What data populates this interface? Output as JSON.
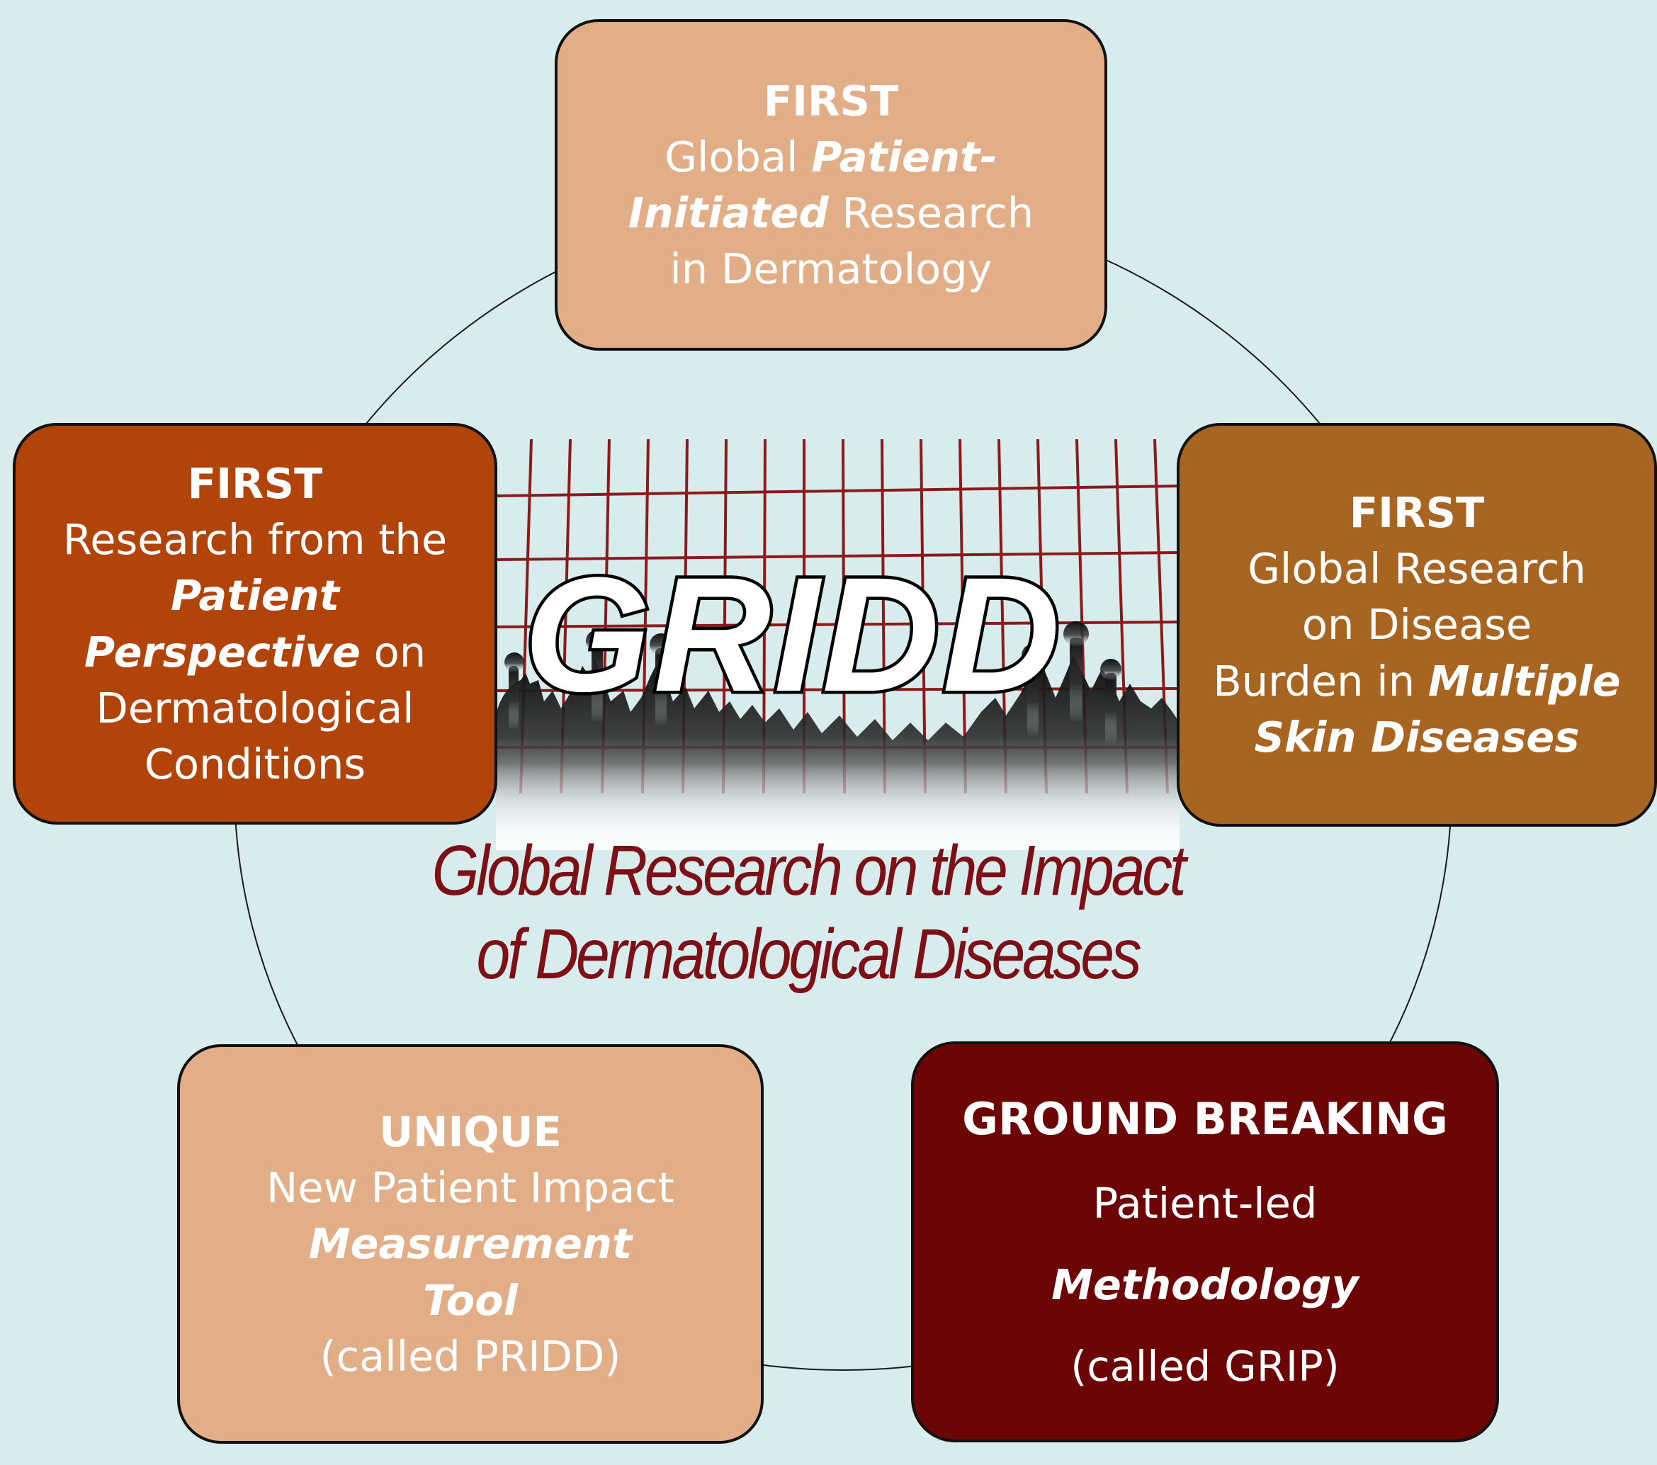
{
  "logo": {
    "wordmark": "GRIDD",
    "tagline_line1": "Global Research on the Impact",
    "tagline_line2": "of Dermatological Diseases"
  },
  "boxes": {
    "top": {
      "heading": "FIRST",
      "line1_plain": "Global ",
      "line1_emph": "Patient-",
      "line2_emph": "Initiated",
      "line2_plain": " Research",
      "line3": "in Dermatology",
      "color": "#e1ae88"
    },
    "left": {
      "heading": "FIRST",
      "line1": "Research from the",
      "line2_emph": "Patient",
      "line3_emph": "Perspective",
      "line3_plain": " on",
      "line4": "Dermatological",
      "line5": "Conditions",
      "color": "#b0440a"
    },
    "right": {
      "heading": "FIRST",
      "line1": "Global Research",
      "line2": "on Disease",
      "line3_plain": "Burden in ",
      "line3_emph": "Multiple",
      "line4_emph": "Skin Diseases",
      "color": "#a86522"
    },
    "bottom_left": {
      "heading": "UNIQUE",
      "line1": "New Patient Impact",
      "line2_emph": "Measurement",
      "line3_emph": "Tool",
      "line4": "(called PRIDD)",
      "color": "#e1ae88"
    },
    "bottom_right": {
      "heading": "GROUND BREAKING",
      "line1": "Patient-led",
      "line2_emph": "Methodology",
      "line3": "(called GRIP)",
      "color": "#6b0506"
    }
  },
  "colors": {
    "background": "#d8ecee",
    "grid_lines": "#8b1a1a",
    "tagline": "#7b1016"
  },
  "icons": {
    "crowd": "raised-hands-crowd-silhouette"
  }
}
